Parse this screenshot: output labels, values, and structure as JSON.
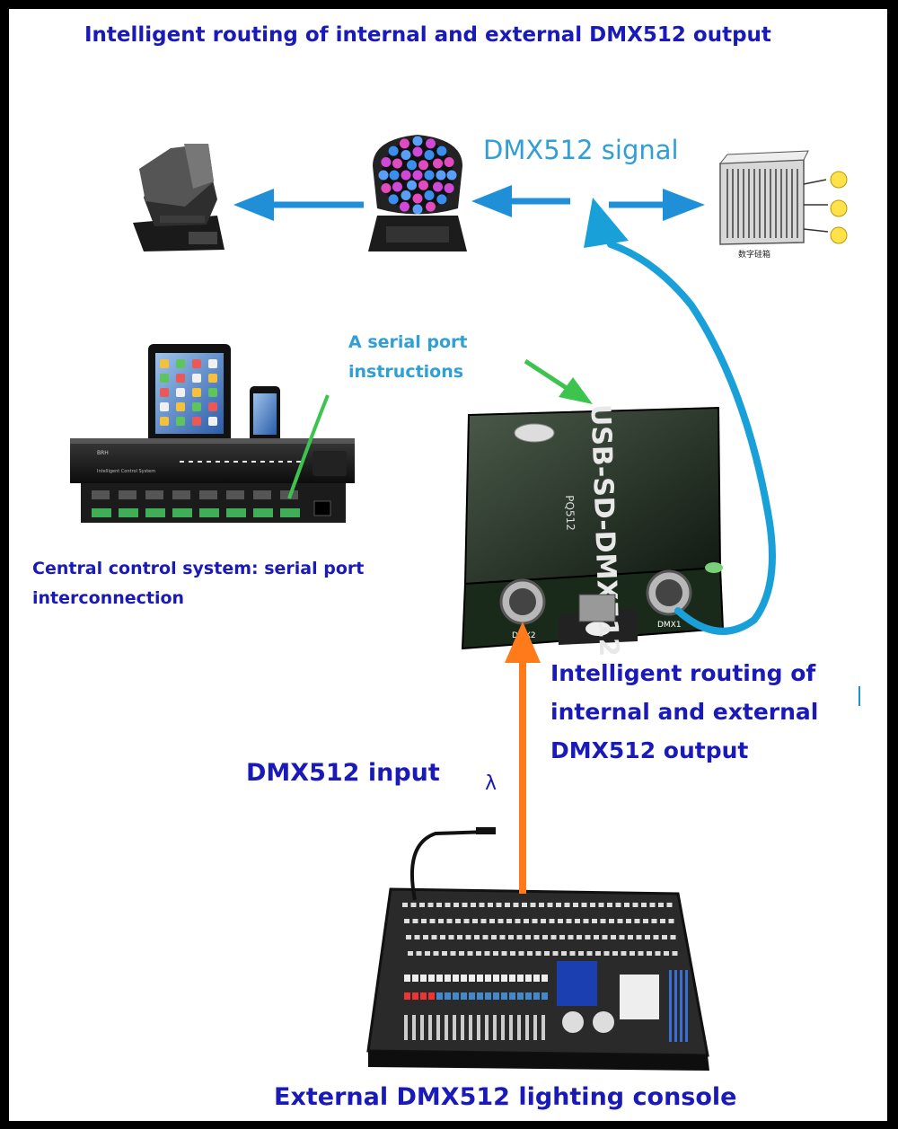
{
  "title": "Intelligent routing of internal and external DMX512 output",
  "labels": {
    "signal": "DMX512 signal",
    "serial": "A serial port\ninstructions",
    "central": "Central control system: serial port\ninterconnection",
    "routing": "Intelligent routing of\ninternal and external\nDMX512 output",
    "input": "DMX512 input",
    "lambda": "λ",
    "console": "External DMX512 lighting console"
  },
  "device": {
    "model": "USB-SD-DMX512",
    "brand": "PQ512",
    "port_out": "DMX2",
    "port_in": "DMX1"
  },
  "rack": {
    "brand": "BRH",
    "name": "Intelligent Control System"
  },
  "dimmer": {
    "caption": "数字硅箱"
  },
  "colors": {
    "title": "#1a1ab8",
    "signal": "#2f9fd6",
    "arrow_blue": "#1f8fd8",
    "arrow_cable": "#1aa0d8",
    "arrow_green": "#3cc44e",
    "arrow_orange": "#ff7a1a"
  }
}
